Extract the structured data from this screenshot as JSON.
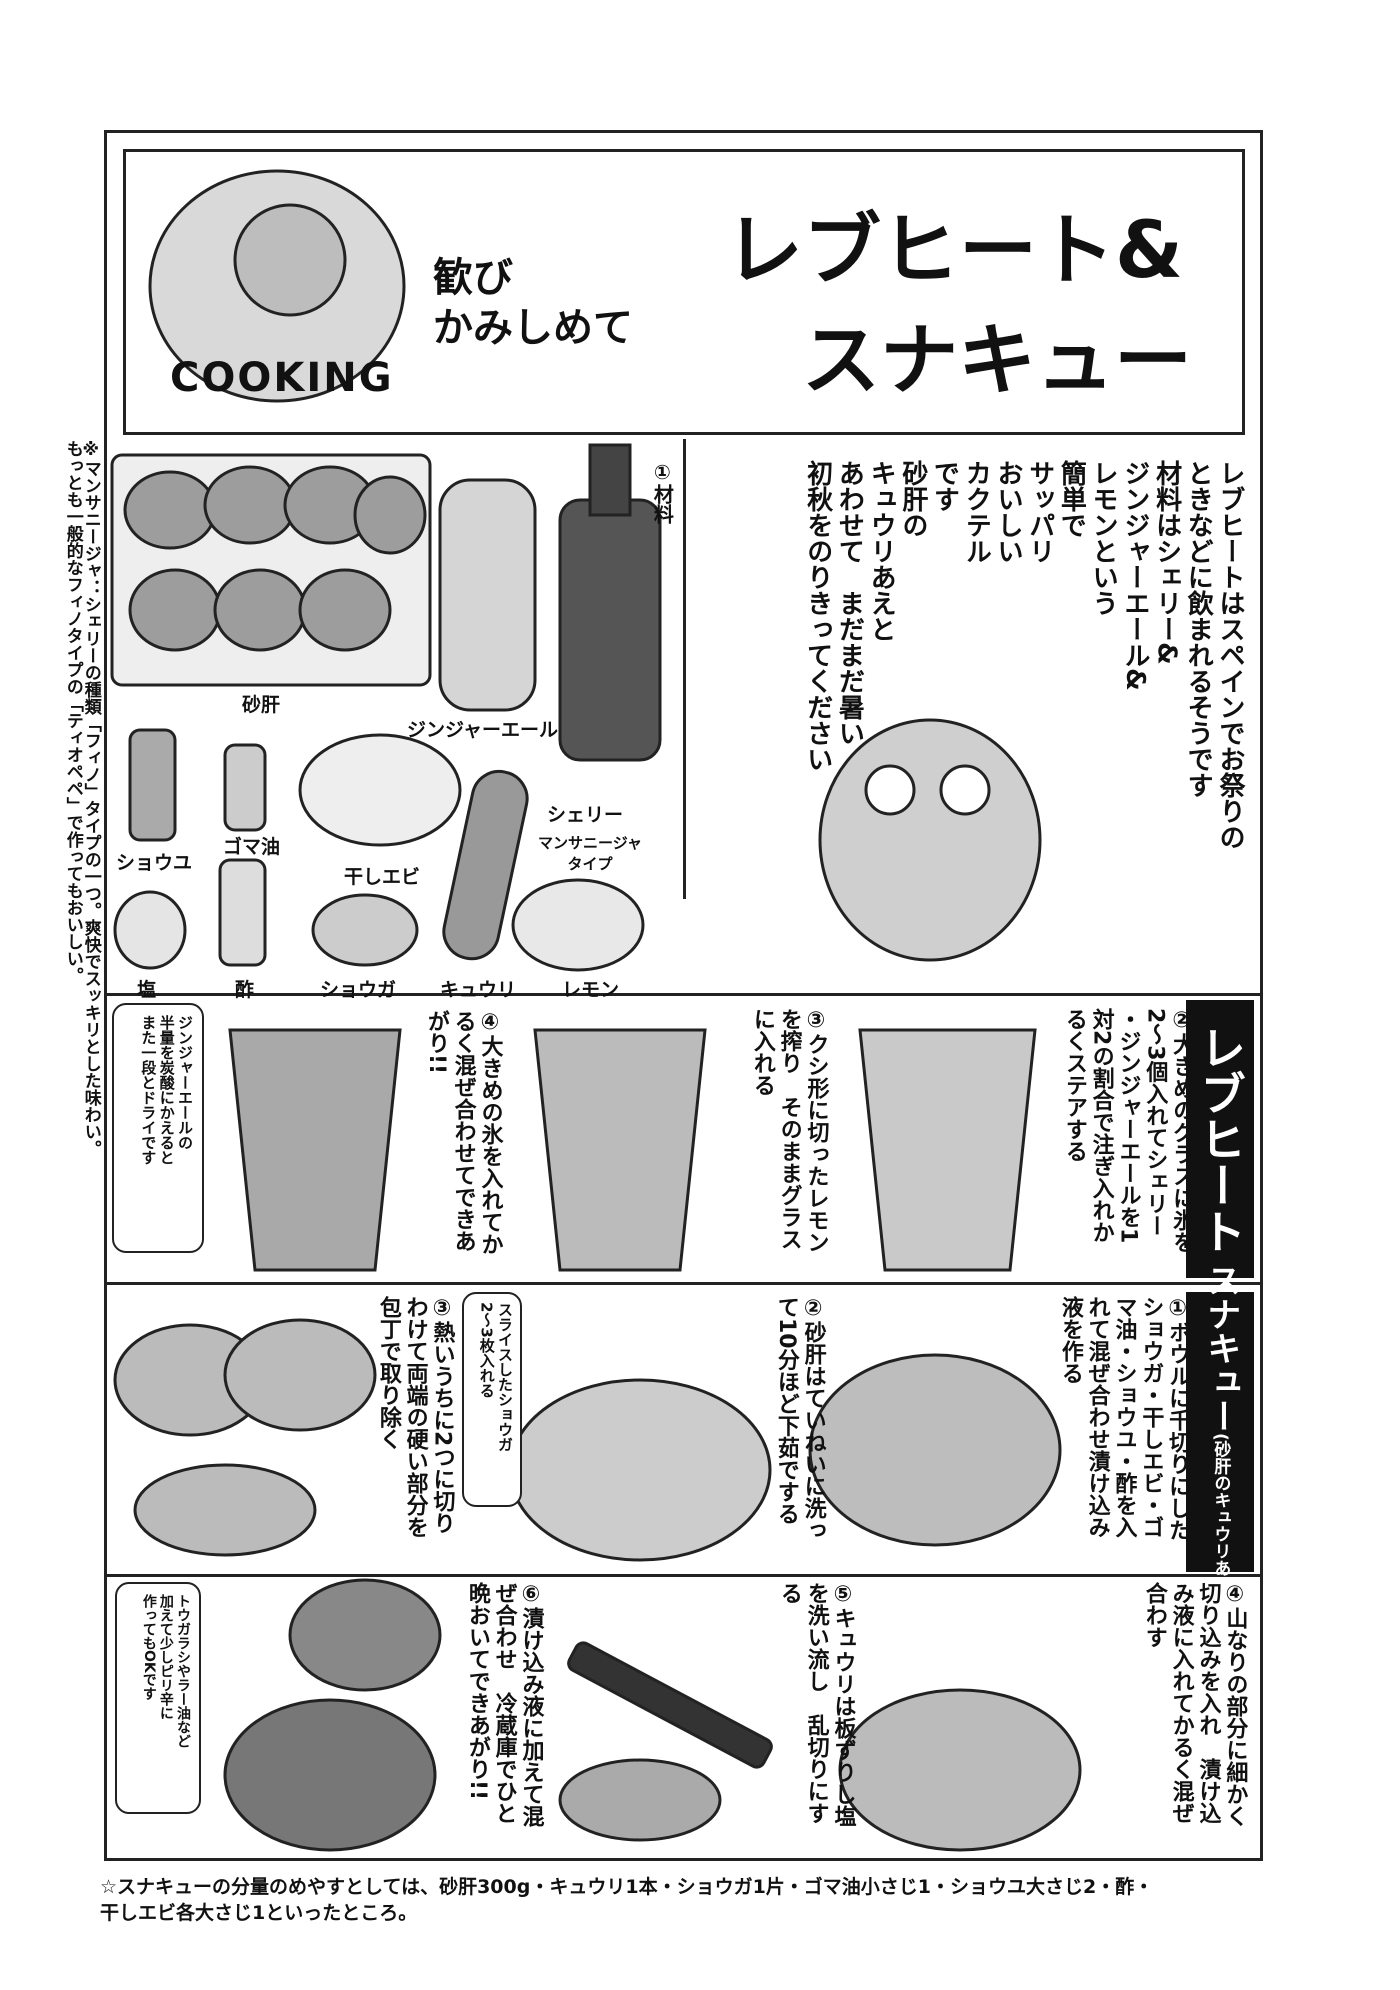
{
  "header": {
    "series_logo": "COOKING",
    "series_subtitle": [
      "歓び",
      "かみしめて"
    ],
    "title_line1": "レブヒート&",
    "title_line2": "スナキュー"
  },
  "side_note": {
    "line1": "※マンサニージャ：シェリーの種類「フィノ」タイプの一つ。爽快でスッキリとした味わい。",
    "line2": "もっとも一般的なフィノタイプの「ティオペペ」で作ってもおいしい。"
  },
  "intro_bubble": "レブヒートはスペインでお祭りの\nときなどに飲まれるそうです\n材料はシェリー&\nジンジャーエール&\nレモンという\n簡単で\nサッパリ\nおいしい\nカクテル\nです\n砂肝の\nキュウリあえと\nあわせて　まだまだ暑い\n初秋をのりきってください",
  "ingredients": {
    "heading": "①材料",
    "items": [
      "砂肝",
      "ジンジャーエール",
      "シェリー",
      "ショウユ",
      "ゴマ油",
      "干しエビ",
      "塩",
      "酢",
      "ショウガ",
      "キュウリ",
      "レモン"
    ],
    "sherry_note": "マンサニージャ\nタイプ"
  },
  "rebuheat": {
    "heading": "レブヒート",
    "step2": "②大きめのグラスに氷を\n2〜3個入れてシェリー\n・ジンジャーエールを1\n対2の割合で注ぎ入れか\nるくステアする",
    "step3": "③クシ形に切ったレモン\nを搾り　そのままグラス\nに入れる",
    "step4": "④大きめの氷を入れてか\nるく混ぜ合わせてできあ\nがり!!",
    "tip": "ジンジャーエールの\n半量を炭酸にかえると\nまた一段とドライです"
  },
  "sunakyu": {
    "heading": "スナキュー",
    "subheading": "(砂肝のキュウリあえ)",
    "step1": "①ボウルに千切りにした\nショウガ・干しエビ・ゴ\nマ油・ショウユ・酢を入\nれて混ぜ合わせ漬け込み\n液を作る",
    "step2": "②砂肝はていねいに洗っ\nて10分ほど下茹でする",
    "slice_note": "スライスしたショウガ\n2〜3枚入れる",
    "step3": "③熱いうちに2つに切り\nわけて両端の硬い部分を\n包丁で取り除く",
    "step4": "④山なりの部分に細かく\n切り込みを入れ　漬け込\nみ液に入れてかるく混ぜ\n合わす",
    "step5": "⑤キュウリは板ずりし塩\nを洗い流し　乱切りにす\nる",
    "step6": "⑥漬け込み液に加えて混\nぜ合わせ　冷蔵庫でひと\n晩おいてできあがり!!",
    "tip": "トウガラシやラー油など\n加えて少しピリ辛に\n作ってもOKです"
  },
  "footer_note": {
    "line1": "☆スナキューの分量のめやすとしては、砂肝300g・キュウリ1本・ショウガ1片・ゴマ油小さじ1・ショウユ大さじ2・酢・",
    "line2": "干しエビ各大さじ1といったところ。"
  },
  "colors": {
    "ink": "#111111",
    "tone": "#9a9a9a",
    "paper": "#ffffff"
  }
}
